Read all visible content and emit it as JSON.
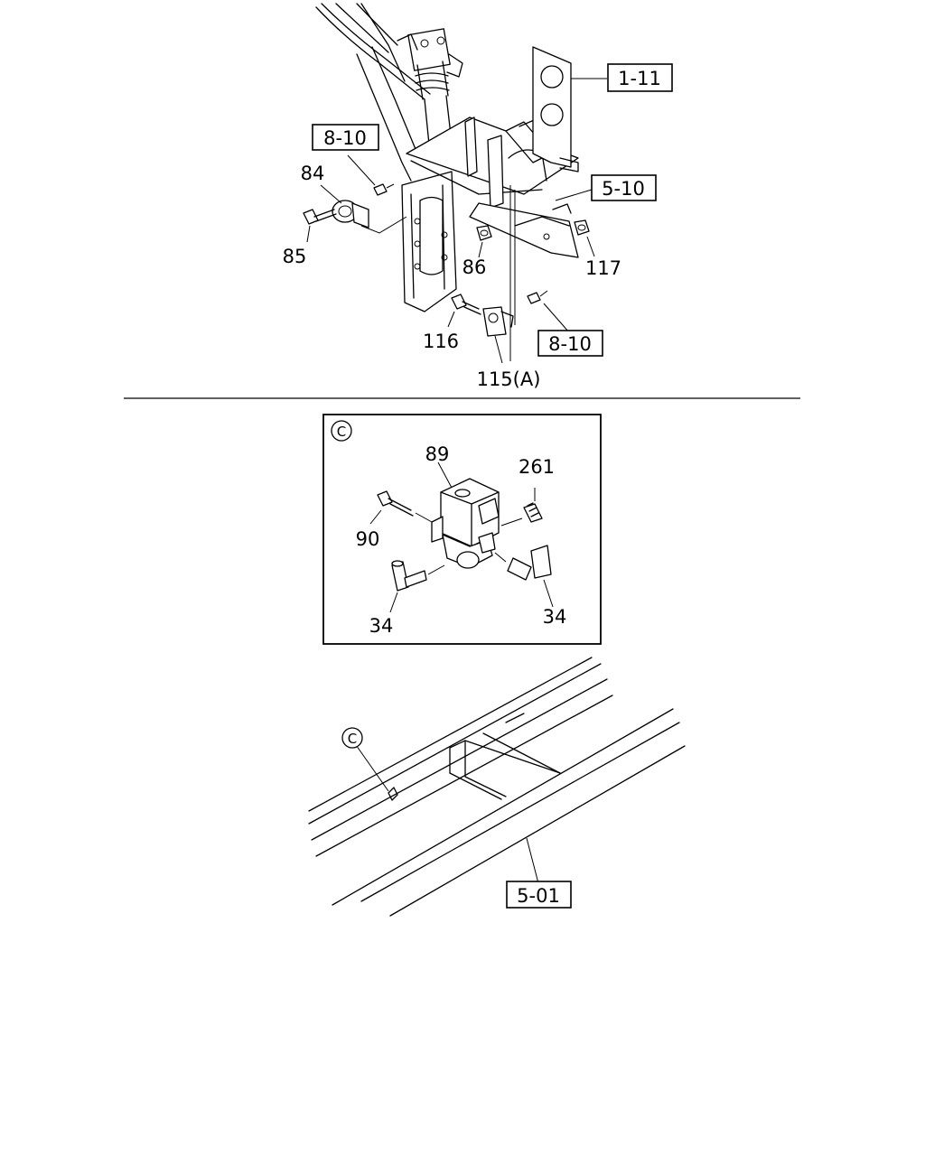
{
  "top_view": {
    "refs": {
      "r_1_11": "1-11",
      "r_8_10_a": "8-10",
      "r_5_10": "5-10",
      "r_8_10_b": "8-10"
    },
    "parts": {
      "p84": "84",
      "p85": "85",
      "p86": "86",
      "p117": "117",
      "p116": "116",
      "p115": "115(A)"
    }
  },
  "detail_c": {
    "marker": "C",
    "parts": {
      "p89": "89",
      "p261": "261",
      "p90": "90",
      "p34_left": "34",
      "p34_right": "34"
    }
  },
  "frame_view": {
    "marker": "C",
    "ref": "5-01"
  }
}
